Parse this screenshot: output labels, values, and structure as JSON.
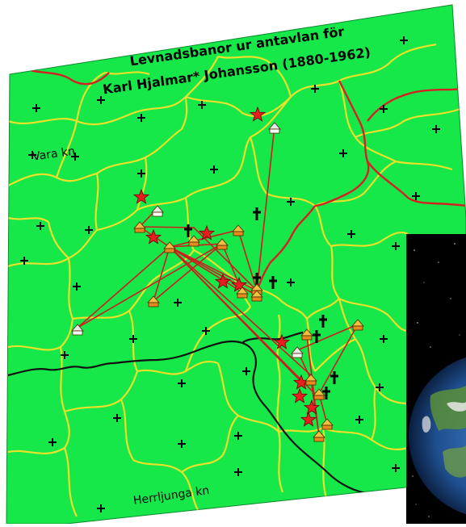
{
  "map": {
    "title_line1": "Levnadsbanor ur antavlan för",
    "title_line2": "Karl Hjalmar* Johansson (1880-1962)",
    "labels": {
      "vara": "Vara kn",
      "herrljunga": "Herrljunga kn"
    },
    "colors": {
      "land": "#16e84a",
      "parish_border": "#e8e22a",
      "municipality_border": "#d42222",
      "county_border": "#111111",
      "life_path": "#cc1e1e",
      "star": "#e81e1e"
    },
    "icons": {
      "birth": "star-icon",
      "residence": "house-icon",
      "death": "cross-icon",
      "parish_center": "cross-marker"
    }
  },
  "inset": {
    "content": "earth-globe-image"
  }
}
